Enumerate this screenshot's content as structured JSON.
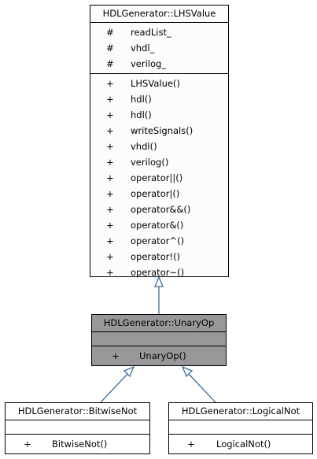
{
  "colors": {
    "base_fill": "#fbfcfb",
    "focus_fill": "#999799",
    "border": "#000000",
    "edge": "#3a6f9e"
  },
  "classes": {
    "lhsvalue": {
      "title": "HDLGenerator::LHSValue",
      "attributes": [
        {
          "vis": "#",
          "name": "readList_"
        },
        {
          "vis": "#",
          "name": "vhdl_"
        },
        {
          "vis": "#",
          "name": "verilog_"
        }
      ],
      "methods": [
        {
          "vis": "+",
          "name": "LHSValue()"
        },
        {
          "vis": "+",
          "name": "hdl()"
        },
        {
          "vis": "+",
          "name": "hdl()"
        },
        {
          "vis": "+",
          "name": "writeSignals()"
        },
        {
          "vis": "+",
          "name": "vhdl()"
        },
        {
          "vis": "+",
          "name": "verilog()"
        },
        {
          "vis": "+",
          "name": "operator||()"
        },
        {
          "vis": "+",
          "name": "operator|()"
        },
        {
          "vis": "+",
          "name": "operator&&()"
        },
        {
          "vis": "+",
          "name": "operator&()"
        },
        {
          "vis": "+",
          "name": "operator^()"
        },
        {
          "vis": "+",
          "name": "operator!()"
        },
        {
          "vis": "+",
          "name": "operator~()"
        }
      ]
    },
    "unaryop": {
      "title": "HDLGenerator::UnaryOp",
      "attributes": [],
      "methods": [
        {
          "vis": "+",
          "name": "UnaryOp()"
        }
      ]
    },
    "bitwisenot": {
      "title": "HDLGenerator::BitwiseNot",
      "attributes": [],
      "methods": [
        {
          "vis": "+",
          "name": "BitwiseNot()"
        }
      ]
    },
    "logicalnot": {
      "title": "HDLGenerator::LogicalNot",
      "attributes": [],
      "methods": [
        {
          "vis": "+",
          "name": "LogicalNot()"
        }
      ]
    }
  }
}
